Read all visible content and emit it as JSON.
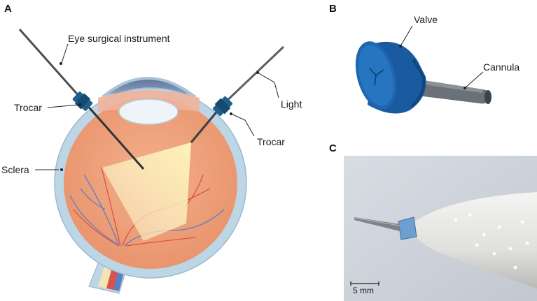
{
  "panels": {
    "a": "A",
    "b": "B",
    "c": "C"
  },
  "panel_a": {
    "instrument_label": "Eye surgical instrument",
    "trocar_left_label": "Trocar",
    "trocar_right_label": "Trocar",
    "light_label": "Light",
    "sclera_label": "Sclera"
  },
  "panel_b": {
    "valve_label": "Valve",
    "cannula_label": "Cannula"
  },
  "panel_c": {
    "scale_label": "5 mm"
  },
  "colors": {
    "sclera": "#bcd6e6",
    "retina": "#ee9f77",
    "trocar": "#1e5f8c",
    "valve": "#1f66b0",
    "light_cone": "#fbefb0"
  }
}
